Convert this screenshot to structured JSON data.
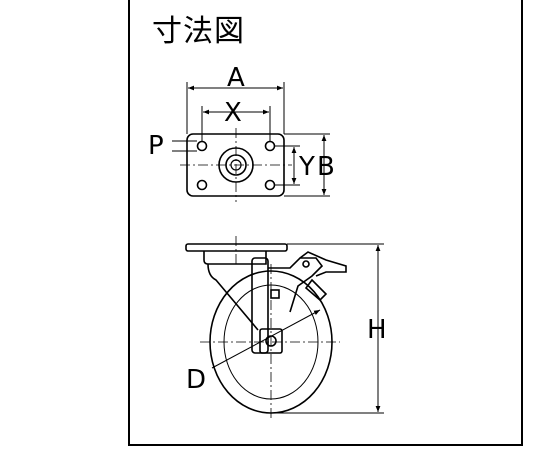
{
  "title": "寸法図",
  "labels": {
    "A": "A",
    "X": "X",
    "P": "P",
    "Y": "Y",
    "B": "B",
    "D": "D",
    "H": "H"
  }
}
